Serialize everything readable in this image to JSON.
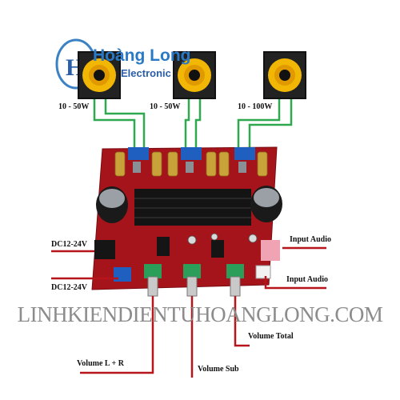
{
  "brand": {
    "monogram": "HL",
    "name": "Hoàng Long",
    "subtitle": "Electronic"
  },
  "speakers": [
    {
      "label": "10 - 50W"
    },
    {
      "label": "10 - 50W"
    },
    {
      "label": "10 - 100W"
    }
  ],
  "callouts": {
    "input_audio_1": "Input Audio",
    "input_audio_2": "Input Audio",
    "dc_1": "DC12-24V",
    "dc_2": "DC12-24V",
    "volume_lr": "Volume L + R",
    "volume_sub": "Volume Sub",
    "volume_total": "Volume Total"
  },
  "watermark": "LINHKIENDIENTUHOANGLONG.COM",
  "colors": {
    "board": "#a6141b",
    "wire_green": "#2fa84f",
    "leader_red": "#b8141b",
    "speaker_cone": "#f2b705",
    "terminal_blue": "#1f5fbf",
    "heatsink": "#141414",
    "inductor_gold": "#c9a23a",
    "brand_blue": "#2a79c7"
  }
}
